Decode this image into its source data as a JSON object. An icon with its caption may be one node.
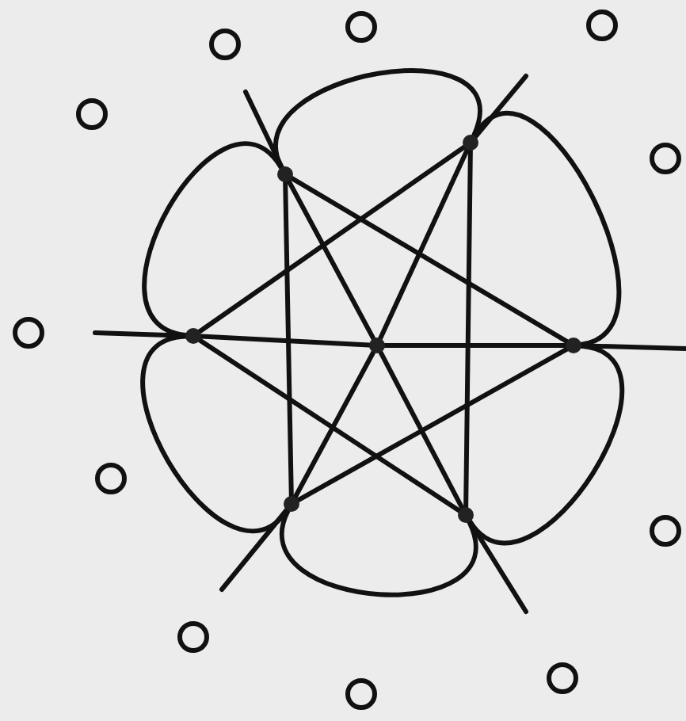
{
  "diagram": {
    "nodes": [
      {
        "text": [],
        "shape": "dot"
      },
      {
        "text": [],
        "shape": "dot"
      },
      {
        "text": [],
        "shape": "dot"
      },
      {
        "text": [],
        "shape": "dot"
      },
      {
        "text": [],
        "shape": "dot"
      },
      {
        "text": [],
        "shape": "dot"
      },
      {
        "text": [],
        "shape": "dot"
      },
      {
        "text": [],
        "shape": "circle"
      },
      {
        "text": [],
        "shape": "circle"
      },
      {
        "text": [],
        "shape": "circle"
      },
      {
        "text": [],
        "shape": "circle"
      },
      {
        "text": [],
        "shape": "circle"
      },
      {
        "text": [],
        "shape": "circle"
      },
      {
        "text": [],
        "shape": "circle"
      },
      {
        "text": [],
        "shape": "circle"
      },
      {
        "text": [],
        "shape": "circle"
      },
      {
        "text": [],
        "shape": "circle"
      },
      {
        "text": [],
        "shape": "circle"
      }
    ],
    "edges": [
      {
        "from": 1,
        "to": 3,
        "arrow": "none"
      },
      {
        "from": 3,
        "to": 6,
        "arrow": "none"
      },
      {
        "from": 0,
        "to": 3,
        "arrow": "none"
      },
      {
        "from": 3,
        "to": 5,
        "arrow": "none"
      },
      {
        "from": 2,
        "to": 3,
        "arrow": "none"
      },
      {
        "from": 3,
        "to": 4,
        "arrow": "none"
      },
      {
        "from": 1,
        "to": 5,
        "arrow": "none"
      },
      {
        "from": 0,
        "to": 6,
        "arrow": "none"
      },
      {
        "from": 1,
        "to": 4,
        "arrow": "none"
      },
      {
        "from": 2,
        "to": 0,
        "arrow": "none"
      },
      {
        "from": 2,
        "to": 6,
        "arrow": "none"
      },
      {
        "from": 5,
        "to": 4,
        "arrow": "none"
      },
      {
        "from": 1,
        "to": null,
        "arrow": "none"
      },
      {
        "from": 6,
        "to": null,
        "arrow": "none"
      },
      {
        "from": 0,
        "to": null,
        "arrow": "none"
      },
      {
        "from": 5,
        "to": null,
        "arrow": "none"
      },
      {
        "from": 2,
        "to": null,
        "arrow": "none"
      },
      {
        "from": 4,
        "to": null,
        "arrow": "none"
      },
      {
        "from": 1,
        "to": 0,
        "arrow": "none"
      },
      {
        "from": 0,
        "to": 4,
        "arrow": "none"
      },
      {
        "from": 4,
        "to": 6,
        "arrow": "none"
      },
      {
        "from": 6,
        "to": 5,
        "arrow": "none"
      },
      {
        "from": 5,
        "to": 2,
        "arrow": "none"
      },
      {
        "from": 2,
        "to": 1,
        "arrow": "none"
      }
    ]
  }
}
